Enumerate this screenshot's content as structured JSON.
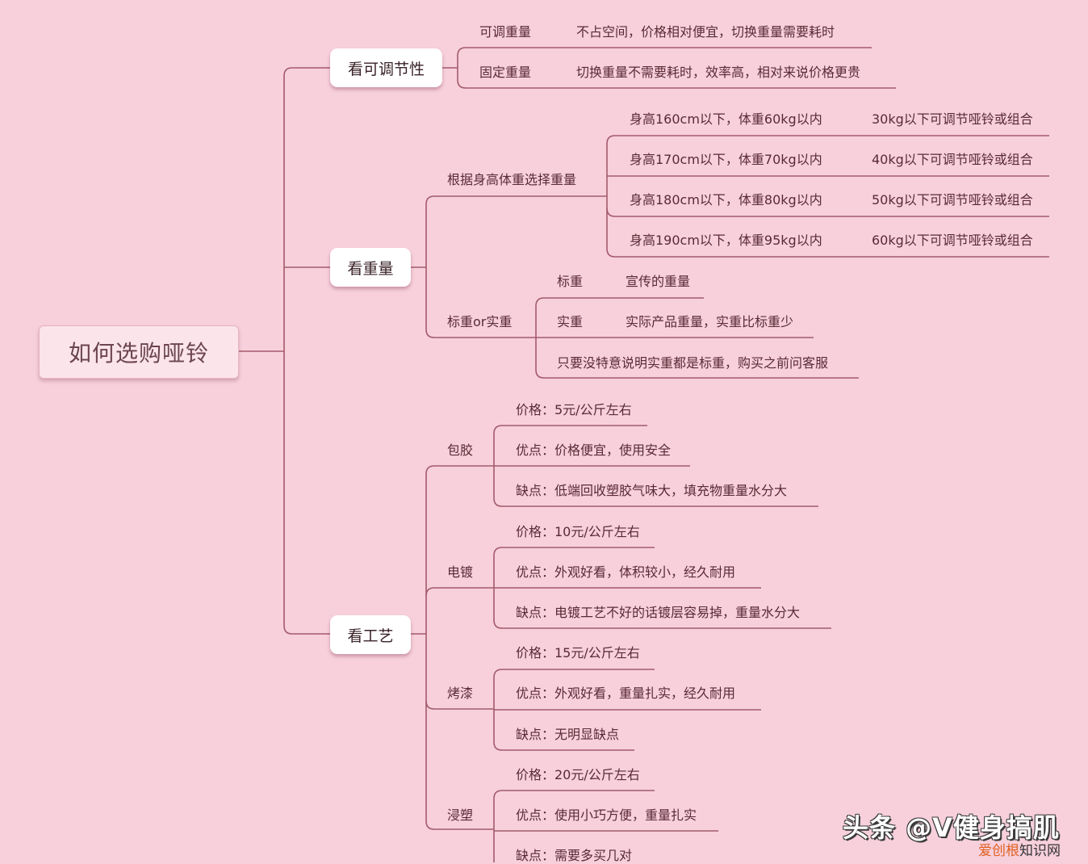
{
  "root": {
    "label": "如何选购哑铃"
  },
  "branches": [
    {
      "label": "看可调节性",
      "children": [
        {
          "label": "可调重量",
          "detail": "不占空间，价格相对便宜，切换重量需要耗时"
        },
        {
          "label": "固定重量",
          "detail": "切换重量不需要耗时，效率高，相对来说价格更贵"
        }
      ]
    },
    {
      "label": "看重量",
      "children": [
        {
          "label": "根据身高体重选择重量",
          "children": [
            {
              "label": "身高160cm以下，体重60kg以内",
              "detail": "30kg以下可调节哑铃或组合"
            },
            {
              "label": "身高170cm以下，体重70kg以内",
              "detail": "40kg以下可调节哑铃或组合"
            },
            {
              "label": "身高180cm以下，体重80kg以内",
              "detail": "50kg以下可调节哑铃或组合"
            },
            {
              "label": "身高190cm以下，体重95kg以内",
              "detail": "60kg以下可调节哑铃或组合"
            }
          ]
        },
        {
          "label": "标重or实重",
          "children": [
            {
              "label": "标重",
              "detail": "宣传的重量"
            },
            {
              "label": "实重",
              "detail": "实际产品重量，实重比标重少"
            },
            {
              "label": "只要没特意说明实重都是标重，购买之前问客服"
            }
          ]
        }
      ]
    },
    {
      "label": "看工艺",
      "children": [
        {
          "label": "包胶",
          "children": [
            {
              "label": "价格：5元/公斤左右"
            },
            {
              "label": "优点：价格便宜，使用安全"
            },
            {
              "label": "缺点：低端回收塑胶气味大，填充物重量水分大"
            }
          ]
        },
        {
          "label": "电镀",
          "children": [
            {
              "label": "价格：10元/公斤左右"
            },
            {
              "label": "优点：外观好看，体积较小，经久耐用"
            },
            {
              "label": "缺点：电镀工艺不好的话镀层容易掉，重量水分大"
            }
          ]
        },
        {
          "label": "烤漆",
          "children": [
            {
              "label": "价格：15元/公斤左右"
            },
            {
              "label": "优点：外观好看，重量扎实，经久耐用"
            },
            {
              "label": "缺点：无明显缺点"
            }
          ]
        },
        {
          "label": "浸塑",
          "children": [
            {
              "label": "价格：20元/公斤左右"
            },
            {
              "label": "优点：使用小巧方便，重量扎实"
            },
            {
              "label": "缺点：需要多买几对"
            }
          ]
        }
      ]
    }
  ],
  "watermark": {
    "main": "头条 @V健身搞肌",
    "site_a": "爱创根",
    "site_b": "知识网"
  },
  "colors": {
    "background": "#f7d0dc",
    "line": "#a45a6c",
    "text": "#5a2a36",
    "node_fill": "#ffffff"
  }
}
